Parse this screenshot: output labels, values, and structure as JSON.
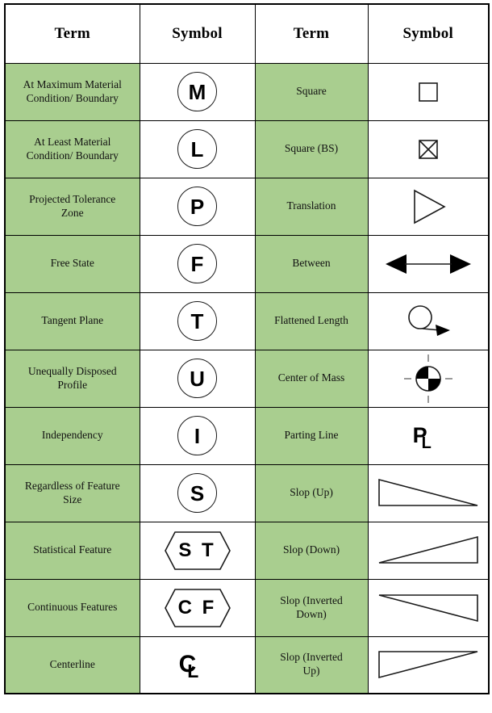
{
  "table": {
    "headers": [
      "Term",
      "Symbol",
      "Term",
      "Symbol"
    ],
    "accent_green": "#a9ce8f",
    "border_color": "#000000",
    "rows": [
      {
        "term_left_line1": "At Maximum Material",
        "term_left_line2": "Condition/ Boundary",
        "symbol_left": "circled-M",
        "symbol_left_text": "M",
        "term_right_line1": "Square",
        "term_right_line2": "",
        "symbol_right": "square-icon",
        "symbol_right_text": ""
      },
      {
        "term_left_line1": "At Least Material",
        "term_left_line2": "Condition/ Boundary",
        "symbol_left": "circled-L",
        "symbol_left_text": "L",
        "term_right_line1": "Square (BS)",
        "term_right_line2": "",
        "symbol_right": "square-crossed-icon",
        "symbol_right_text": ""
      },
      {
        "term_left_line1": "Projected Tolerance",
        "term_left_line2": "Zone",
        "symbol_left": "circled-P",
        "symbol_left_text": "P",
        "term_right_line1": "Translation",
        "term_right_line2": "",
        "symbol_right": "triangle-outline-icon",
        "symbol_right_text": ""
      },
      {
        "term_left_line1": "Free State",
        "term_left_line2": "",
        "symbol_left": "circled-F",
        "symbol_left_text": "F",
        "term_right_line1": "Between",
        "term_right_line2": "",
        "symbol_right": "double-arrow-icon",
        "symbol_right_text": ""
      },
      {
        "term_left_line1": "Tangent Plane",
        "term_left_line2": "",
        "symbol_left": "circled-T",
        "symbol_left_text": "T",
        "term_right_line1": "Flattened Length",
        "term_right_line2": "",
        "symbol_right": "circle-with-arrow-icon",
        "symbol_right_text": ""
      },
      {
        "term_left_line1": "Unequally Disposed",
        "term_left_line2": "Profile",
        "symbol_left": "circled-U",
        "symbol_left_text": "U",
        "term_right_line1": "Center of Mass",
        "term_right_line2": "",
        "symbol_right": "center-of-mass-icon",
        "symbol_right_text": ""
      },
      {
        "term_left_line1": "Independency",
        "term_left_line2": "",
        "symbol_left": "circled-I",
        "symbol_left_text": "I",
        "term_right_line1": "Parting Line",
        "term_right_line2": "",
        "symbol_right": "parting-line-icon",
        "symbol_right_text": "P",
        "symbol_right_sub": "L"
      },
      {
        "term_left_line1": "Regardless of Feature",
        "term_left_line2": "Size",
        "symbol_left": "circled-S",
        "symbol_left_text": "S",
        "term_right_line1": "Slop (Up)",
        "term_right_line2": "",
        "symbol_right": "slope-up-icon",
        "symbol_right_text": ""
      },
      {
        "term_left_line1": "Statistical Feature",
        "term_left_line2": "",
        "symbol_left": "hexagon-ST",
        "symbol_left_text": "S T",
        "term_right_line1": "Slop (Down)",
        "term_right_line2": "",
        "symbol_right": "slope-down-icon",
        "symbol_right_text": ""
      },
      {
        "term_left_line1": "Continuous Features",
        "term_left_line2": "",
        "symbol_left": "hexagon-CF",
        "symbol_left_text": "C F",
        "term_right_line1": "Slop (Inverted",
        "term_right_line2": "Down)",
        "symbol_right": "slope-inverted-down-icon",
        "symbol_right_text": ""
      },
      {
        "term_left_line1": "Centerline",
        "term_left_line2": "",
        "symbol_left": "centerline-CL",
        "symbol_left_text": "C",
        "symbol_left_sub": "L",
        "term_right_line1": "Slop (Inverted",
        "term_right_line2": "Up)",
        "symbol_right": "slope-inverted-up-icon",
        "symbol_right_text": ""
      }
    ]
  }
}
